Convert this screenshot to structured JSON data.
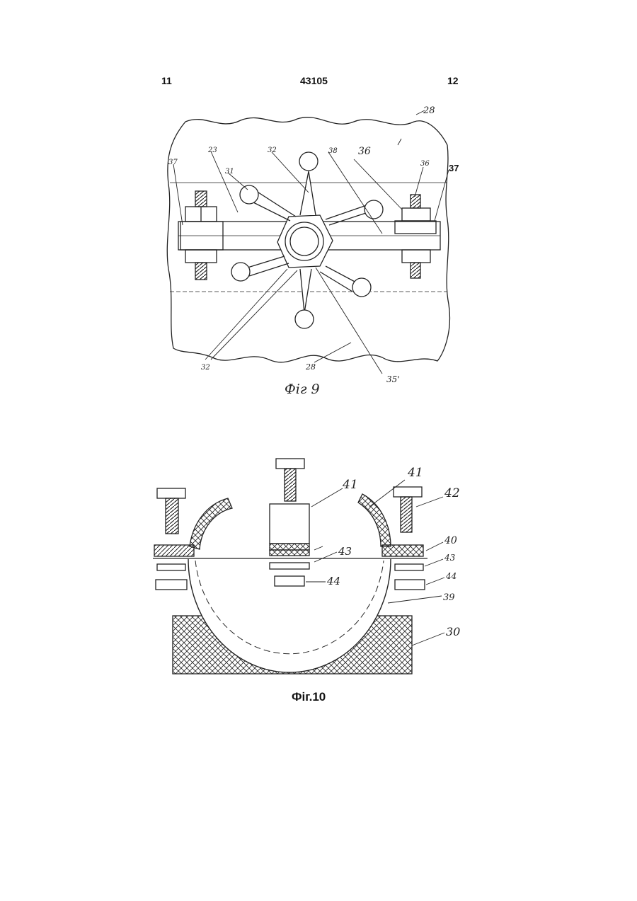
{
  "header": {
    "page_left": "11",
    "patent_number": "43105",
    "page_right": "12"
  },
  "figure9": {
    "caption": "Фіг 9",
    "labels": {
      "l28_top": "28",
      "l37_left": "37",
      "l23": "23",
      "l31": "31",
      "l32_top": "32",
      "l38": "38",
      "l36": "36",
      "l36_bolt": "36",
      "l37_right": "37",
      "l32_bottom": "32",
      "l28_bottom": "28",
      "l35": "35'"
    }
  },
  "figure10": {
    "caption": "Фіг.10",
    "labels": {
      "l41_center": "41",
      "l41_right": "41",
      "l42": "42",
      "l40": "40",
      "l43_right": "43",
      "l44_right": "44",
      "l43_center": "43",
      "l44_center": "44",
      "l39": "39",
      "l30": "30"
    }
  }
}
